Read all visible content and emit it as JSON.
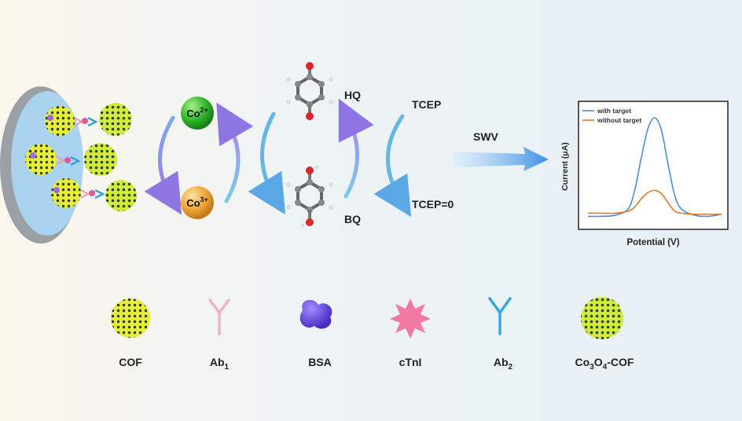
{
  "cycle": {
    "co2": {
      "base": "Co",
      "sup": "2+"
    },
    "co3": {
      "base": "Co",
      "sup": "3+"
    },
    "hq": "HQ",
    "bq": "BQ",
    "tcep": "TCEP",
    "tcep_zero": "TCEP=0",
    "swv": "SWV"
  },
  "chart_data": {
    "type": "line",
    "title": "",
    "xlabel": "Potential (V)",
    "ylabel": "Current (μA)",
    "x": [
      0,
      0.1,
      0.2,
      0.3,
      0.35,
      0.4,
      0.45,
      0.5,
      0.55,
      0.6,
      0.65,
      0.7,
      0.8,
      0.9,
      1.0
    ],
    "series": [
      {
        "name": "with target",
        "color": "#4a8fd1",
        "values": [
          0.05,
          0.05,
          0.06,
          0.12,
          0.3,
          0.62,
          0.9,
          1.0,
          0.88,
          0.55,
          0.25,
          0.12,
          0.06,
          0.05,
          0.07
        ]
      },
      {
        "name": "without target",
        "color": "#e07a2c",
        "values": [
          0.08,
          0.08,
          0.08,
          0.1,
          0.14,
          0.22,
          0.28,
          0.3,
          0.27,
          0.18,
          0.1,
          0.08,
          0.07,
          0.07,
          0.07
        ]
      }
    ],
    "grid": false,
    "legend": "top-left"
  },
  "legend_items": [
    {
      "name": "cof",
      "label": "COF"
    },
    {
      "name": "ab1",
      "base": "Ab",
      "sub": "1"
    },
    {
      "name": "bsa",
      "label": "BSA"
    },
    {
      "name": "ctni",
      "label": "cTnI"
    },
    {
      "name": "ab2",
      "base": "Ab",
      "sub": "2"
    },
    {
      "name": "co3o4-cof",
      "parts": [
        "Co",
        "3",
        "O",
        "4",
        "-COF"
      ]
    }
  ]
}
